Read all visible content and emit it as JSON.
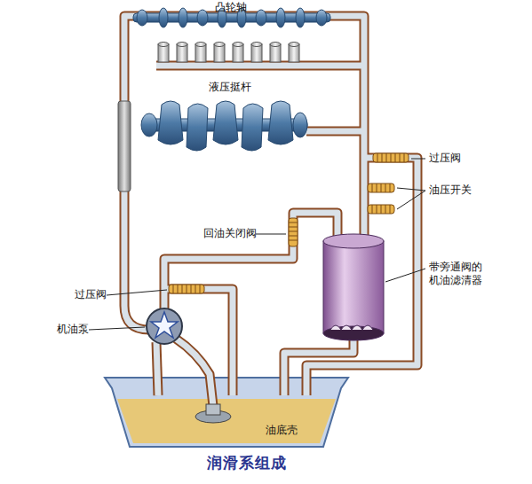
{
  "diagram": {
    "caption": "润滑系组成",
    "labels": [
      "凸轮轴",
      "液压挺杆",
      "过压阀",
      "油压开关",
      "回油关闭阀",
      "带旁通阀的 机油滤清器",
      "过压阀",
      "机油泵",
      "油底壳"
    ]
  }
}
